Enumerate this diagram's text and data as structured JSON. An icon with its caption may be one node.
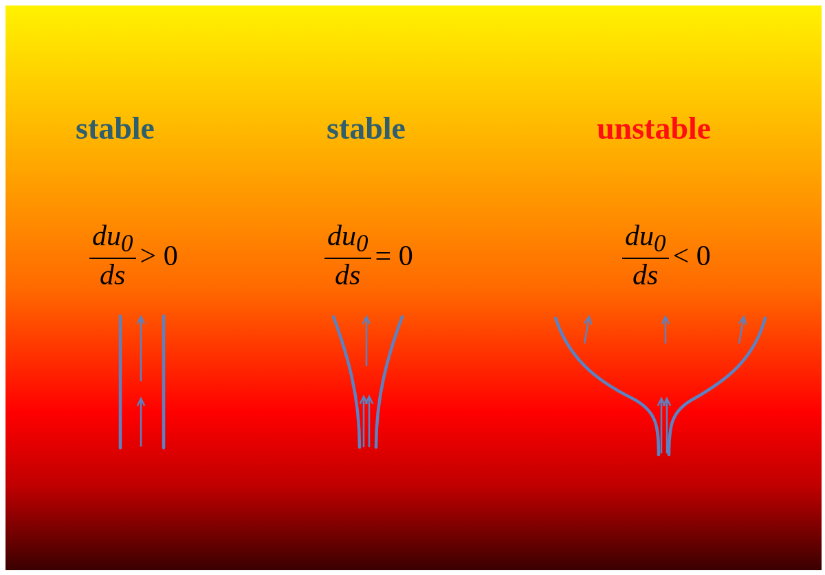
{
  "diagram": {
    "labels": [
      "stable",
      "stable",
      "unstable",
      "du$_{0}$",
      "ds",
      "> 0",
      "du$_{0}$",
      "ds",
      "= 0",
      "du$_{0}$",
      "ds",
      "< 0"
    ]
  }
}
